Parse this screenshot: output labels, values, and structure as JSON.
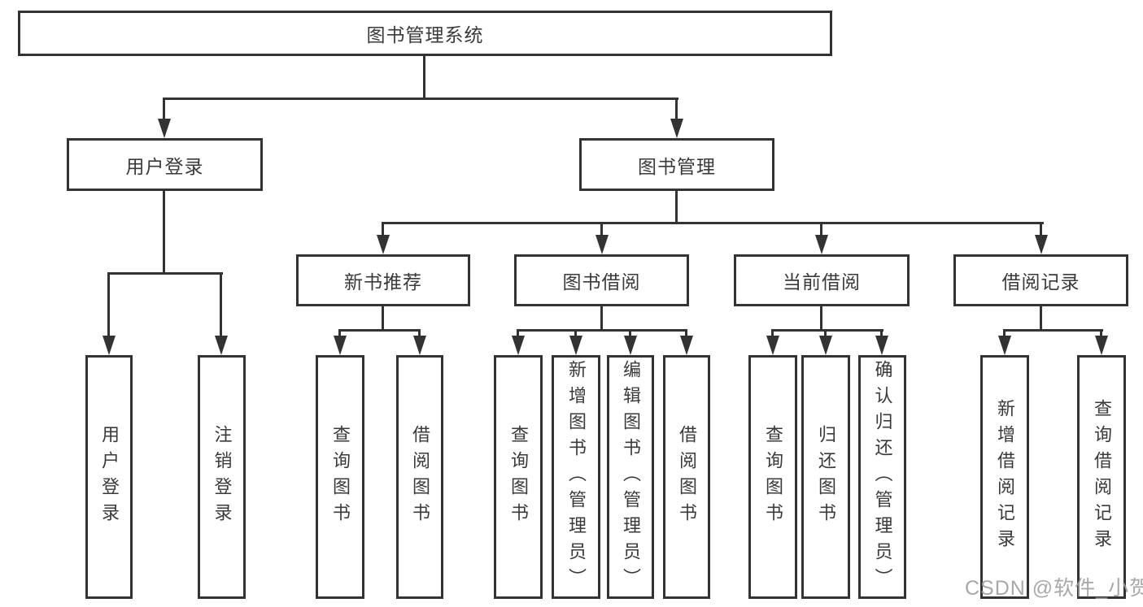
{
  "diagram_type": "hierarchy-tree",
  "colors": {
    "line": "#333333",
    "node_border": "#333333",
    "node_text": "#3a3a3a",
    "background": "#ffffff",
    "watermark": "#9e9e9e"
  },
  "watermark": "CSDN @软件_小贺同学",
  "tree": {
    "label": "图书管理系统",
    "children": [
      {
        "label": "用户登录",
        "children": [
          {
            "label": "用户登录"
          },
          {
            "label": "注销登录"
          }
        ]
      },
      {
        "label": "图书管理",
        "children": [
          {
            "label": "新书推荐",
            "children": [
              {
                "label": "查询图书"
              },
              {
                "label": "借阅图书"
              }
            ]
          },
          {
            "label": "图书借阅",
            "children": [
              {
                "label": "查询图书"
              },
              {
                "label": "新增图书（管理员）"
              },
              {
                "label": "编辑图书（管理员）"
              },
              {
                "label": "借阅图书"
              }
            ]
          },
          {
            "label": "当前借阅",
            "children": [
              {
                "label": "查询图书"
              },
              {
                "label": "归还图书"
              },
              {
                "label": "确认归还（管理员）"
              }
            ]
          },
          {
            "label": "借阅记录",
            "children": [
              {
                "label": "新增借阅记录"
              },
              {
                "label": "查询借阅记录"
              }
            ]
          }
        ]
      }
    ]
  }
}
